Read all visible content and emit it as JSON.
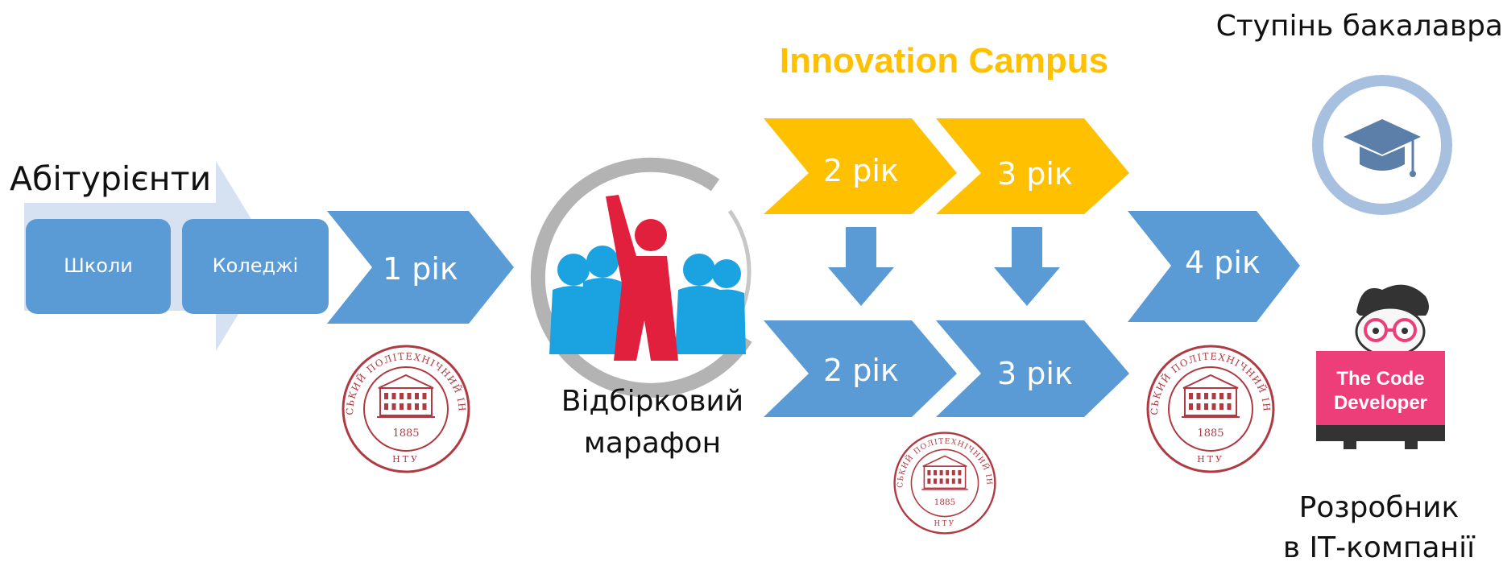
{
  "applicants_label": "Абітурієнти",
  "schools_label": "Школи",
  "colleges_label": "Коледжі",
  "year1_label": "1 рік",
  "marathon_label_line1": "Відбірковий",
  "marathon_label_line2": "марафон",
  "campus_title": "Innovation Campus",
  "campus_year2_label": "2 рік",
  "campus_year3_label": "3 рік",
  "regular_year2_label": "2 рік",
  "regular_year3_label": "3 рік",
  "year4_label": "4 рік",
  "bachelor_label": "Ступінь бакалавра",
  "developer_badge_line1": "The Code",
  "developer_badge_line2": "Developer",
  "developer_label_line1": "Розробник",
  "developer_label_line2": "в ІТ-компанії",
  "seal_ring_text": "ХАРКІВСЬКИЙ ПОЛІТЕХНІЧНИЙ ІНСТИТУТ",
  "seal_year": "1885",
  "seal_bottom_text": "НТУ",
  "colors": {
    "blue": "#5b9bd5",
    "light_blue": "#d6e1f1",
    "gold": "#ffc000",
    "seal_red": "#b03a42",
    "marathon_red": "#e0203c",
    "people_blue": "#1aa3e0",
    "cap_ring": "#a7c0df",
    "cap": "#5b7fa8",
    "developer_pink": "#ee3e7a"
  }
}
